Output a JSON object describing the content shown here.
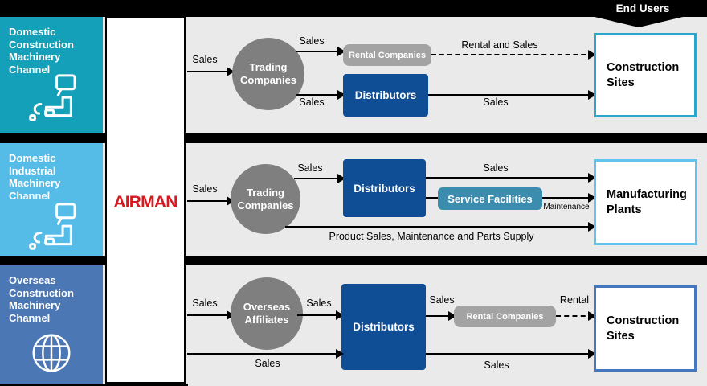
{
  "header": {
    "end_users_label": "End Users"
  },
  "brand": {
    "name": "AIRMAN",
    "color": "#d71920"
  },
  "colors": {
    "row_background": "#eaeaea",
    "divider": "#000000",
    "channel_domestic_construction": "#14a0b8",
    "channel_domestic_industrial": "#55bce8",
    "channel_overseas_construction": "#4b77b5",
    "node_circle_gray": "#7f7f7f",
    "node_rental_gray": "#a3a3a3",
    "node_distributor_navy": "#0f4d94",
    "node_service_teal": "#3c8cae",
    "end_border_construction_domestic": "#2aa7cb",
    "end_border_manufacturing": "#62c4ee",
    "end_border_construction_overseas": "#4577be"
  },
  "rows": [
    {
      "channel": {
        "title": "Domestic\nConstruction\nMachinery\nChannel",
        "icon": "japan-map-icon"
      },
      "nodes": {
        "trading": "Trading\nCompanies",
        "rental": "Rental Companies",
        "distributors": "Distributors",
        "destination": "Construction\nSites"
      },
      "labels": {
        "sales_in": "Sales",
        "sales_to_rental": "Sales",
        "rental_and_sales": "Rental and Sales",
        "sales_to_distributors": "Sales",
        "sales_out": "Sales"
      }
    },
    {
      "channel": {
        "title": "Domestic\nIndustrial\nMachinery\nChannel",
        "icon": "japan-map-icon"
      },
      "nodes": {
        "trading": "Trading\nCompanies",
        "distributors": "Distributors",
        "service": "Service Facilities",
        "destination": "Manufacturing\nPlants"
      },
      "labels": {
        "sales_in": "Sales",
        "sales_to_distributors": "Sales",
        "sales_top": "Sales",
        "maintenance": "Maintenance",
        "direct_supply": "Product Sales, Maintenance and Parts Supply"
      }
    },
    {
      "channel": {
        "title": "Overseas\nConstruction\nMachinery\nChannel",
        "icon": "globe-icon"
      },
      "nodes": {
        "affiliates": "Overseas\nAffiliates",
        "distributors": "Distributors",
        "rental": "Rental Companies",
        "destination": "Construction\nSites"
      },
      "labels": {
        "sales_in": "Sales",
        "sales_to_distributors": "Sales",
        "sales_to_rental": "Sales",
        "rental": "Rental",
        "sales_bottom_in": "Sales",
        "sales_out": "Sales"
      }
    }
  ]
}
